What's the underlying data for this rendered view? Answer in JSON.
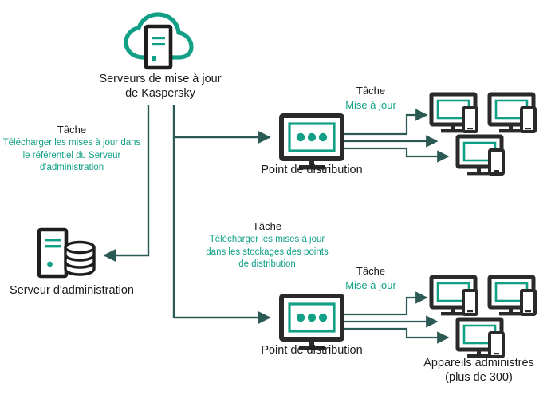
{
  "diagram": {
    "title_context": "Kaspersky update distribution topology",
    "colors": {
      "teal_bright": "#11a086",
      "teal_dark": "#2b5a55",
      "ink": "#1a1a1a",
      "device_frame": "#2a2a2a",
      "background": "#ffffff"
    },
    "nodes": [
      {
        "id": "kaspersky-update-servers",
        "icon": "cloud-server-icon",
        "label": "Serveurs de mise à jour\nde Kaspersky"
      },
      {
        "id": "administration-server",
        "icon": "server-database-icon",
        "label": "Serveur d'administration"
      },
      {
        "id": "distribution-point-top",
        "icon": "monitor-dots-icon",
        "label": "Point de distribution"
      },
      {
        "id": "distribution-point-bottom",
        "icon": "monitor-dots-icon",
        "label": "Point de distribution"
      },
      {
        "id": "managed-devices",
        "icon": "monitor-phone-icon",
        "label": "Appareils administrés\n(plus de 300)"
      }
    ],
    "tasks": [
      {
        "id": "task-download-to-admin-repository",
        "title": "Tâche",
        "body": "Télécharger les mises à jour dans\nle référentiel du Serveur\nd'administration"
      },
      {
        "id": "task-download-to-distribution-storages",
        "title": "Tâche",
        "body": "Télécharger les mises à jour\ndans les stockages des points\nde distribution"
      },
      {
        "id": "task-update-top",
        "title": "Tâche",
        "body": "Mise à jour"
      },
      {
        "id": "task-update-bottom",
        "title": "Tâche",
        "body": "Mise à jour"
      }
    ]
  }
}
